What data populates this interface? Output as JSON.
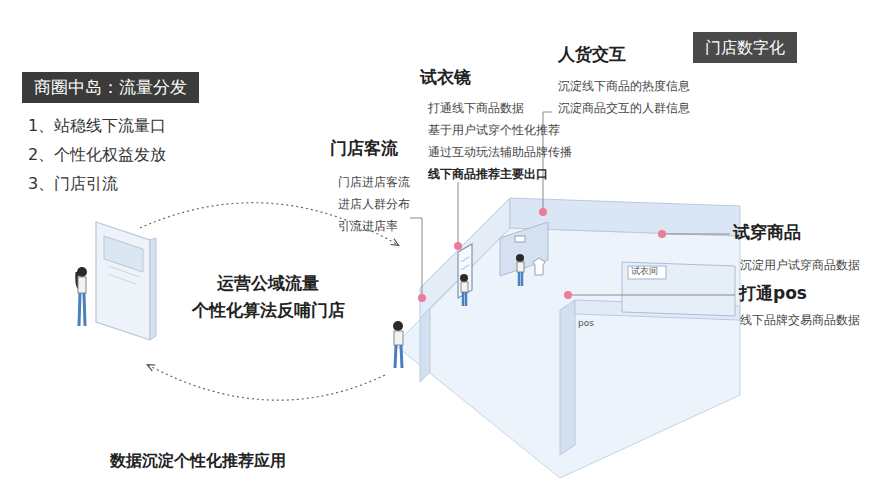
{
  "diagram": {
    "nodes": [
      {
        "text": [
          "商圈中岛：流量分发"
        ]
      },
      {
        "text": [
          "门店数字化"
        ]
      }
    ],
    "labels": [
      "1、站稳线下流量口",
      "2、个性化权益发放",
      "3、门店引流",
      "运营公域流量",
      "个性化算法反哺门店",
      "数据沉淀个性化推荐应用",
      "门店客流",
      "门店进店客流",
      "进店人群分布",
      "引流进店率",
      "试衣镜",
      "打通线下商品数据",
      "基于用户试穿个性化推荐",
      "通过互动玩法辅助品牌传播",
      "线下商品推荐主要出口",
      "人货交互",
      "沉淀线下商品的热度信息",
      "沉淀商品交互的人群信息",
      "试穿商品",
      "沉淀用户试穿商品数据",
      "打通pos",
      "线下品牌交易商品数据",
      "试衣间",
      "pos"
    ]
  }
}
